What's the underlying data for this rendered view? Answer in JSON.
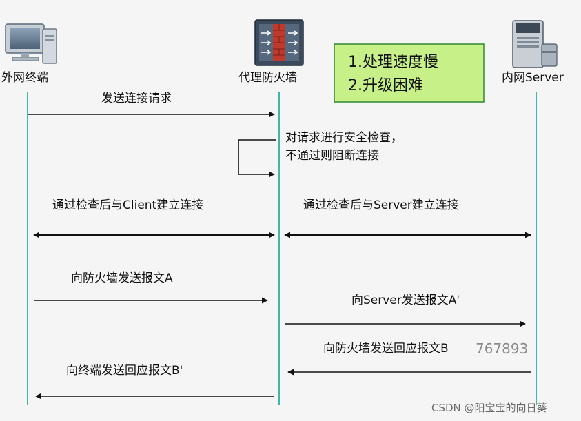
{
  "nodes": {
    "client": {
      "label": "外网终端"
    },
    "firewall": {
      "label": "代理防火墙"
    },
    "server": {
      "label": "内网Server"
    }
  },
  "note": {
    "line1": "1.处理速度慢",
    "line2": "2.升级困难",
    "bg_color": "#c8f088",
    "border_color": "#2f8a2f"
  },
  "messages": {
    "connect_request": "发送连接请求",
    "security_check_1": "对请求进行安全检查，",
    "security_check_2": "不通过则阻断连接",
    "client_conn": "通过检查后与Client建立连接",
    "server_conn": "通过检查后与Server建立连接",
    "send_a": "向防火墙发送报文A",
    "send_a_prime": "向Server发送报文A'",
    "reply_b": "向防火墙发送回应报文B",
    "reply_b_prime": "向终端发送回应报文B'"
  },
  "overlay": {
    "watermark": "767893",
    "credit": "CSDN @阳宝宝的向日葵"
  },
  "colors": {
    "lifeline": "#3fb8a8",
    "arrow": "#111111"
  }
}
